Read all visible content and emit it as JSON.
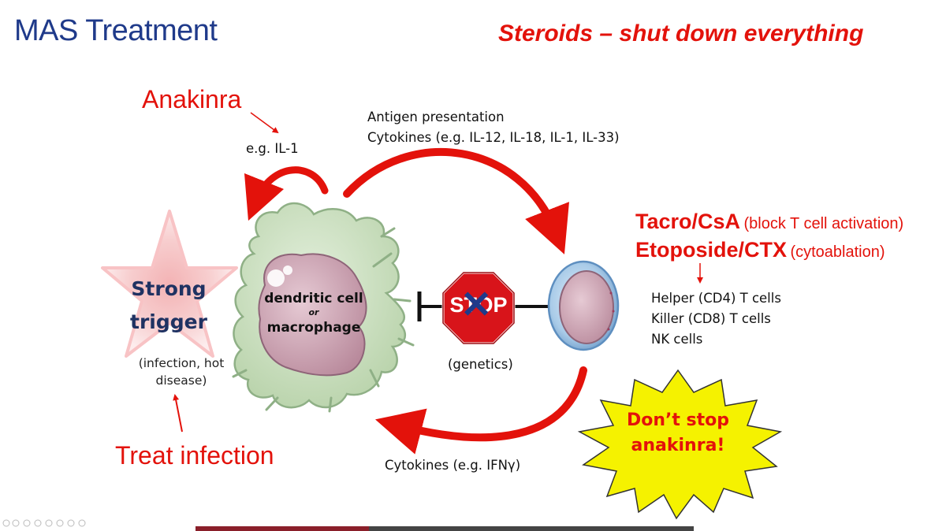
{
  "slide": {
    "title": "MAS Treatment",
    "steroids": "Steroids – shut down everything",
    "anakinra": "Anakinra",
    "il1": "e.g. IL-1",
    "antigen_line1": "Antigen presentation",
    "antigen_line2": "Cytokines (e.g. IL-12, IL-18, IL-1, IL-33)",
    "tacro_bold": "Tacro/CsA",
    "tacro_note": "(block T cell activation)",
    "etoposide_bold": "Etoposide/CTX",
    "etoposide_note": "(cytoablation)",
    "tcell_types": [
      "Helper (CD4) T cells",
      "Killer (CD8) T cells",
      "NK cells"
    ],
    "strong_trigger": [
      "Strong",
      "trigger"
    ],
    "trigger_note": [
      "(infection, hot",
      "disease)"
    ],
    "treat_infection": "Treat infection",
    "dendritic": "dendritic cell",
    "or": "or",
    "macrophage": "macrophage",
    "stop_sign": "STOP",
    "genetics": "(genetics)",
    "cytokines_bottom": "Cytokines (e.g. IFNγ)",
    "dont_stop": [
      "Don’t stop",
      "anakinra!"
    ]
  },
  "colors": {
    "red": "#e3120b",
    "title_blue": "#1f3a8a",
    "trigger_navy": "#1f3262",
    "cell_green": "#c9dfbf",
    "cell_purple": "#cfaab8",
    "tcell_blue": "#a9cbe8",
    "burst_yellow": "#f5f200"
  }
}
